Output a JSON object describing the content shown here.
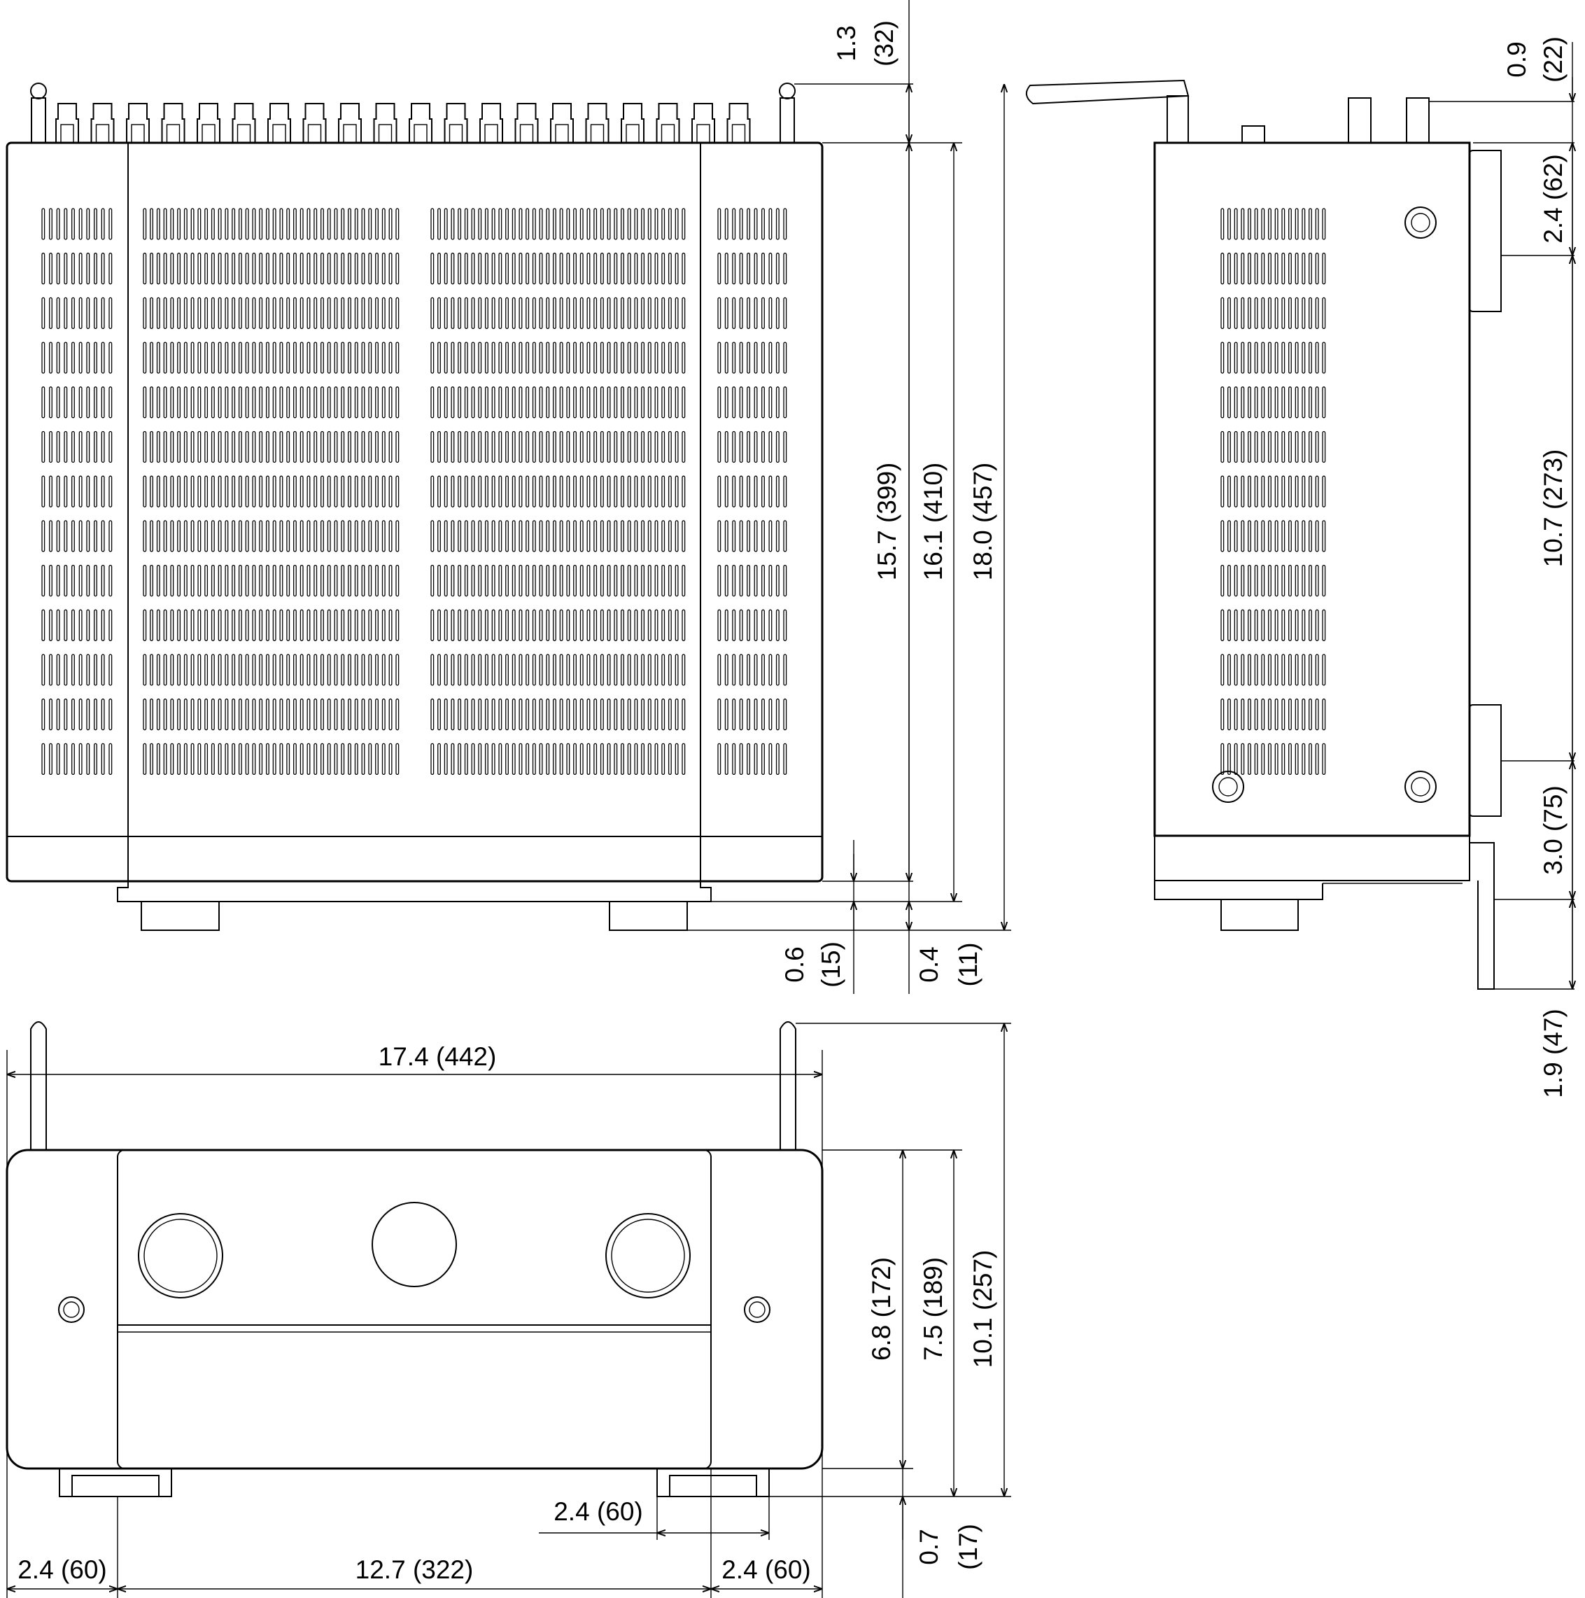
{
  "top_view": {
    "dims": {
      "antenna_above": [
        "1.3",
        "(32)"
      ],
      "depth_body": "15.7 (399)",
      "depth_with_front": "16.1 (410)",
      "depth_total": "18.0 (457)",
      "front_step": [
        "0.6",
        "(15)"
      ],
      "feet": [
        "0.4",
        "(11)"
      ]
    }
  },
  "side_view": {
    "dims": {
      "top": [
        "0.9",
        "(22)"
      ],
      "upper_bracket": "2.4 (62)",
      "bracket_span": "10.7 (273)",
      "lower_offset": "3.0 (75)",
      "bottom": "1.9 (47)"
    }
  },
  "front_view": {
    "dims": {
      "width": "17.4 (442)",
      "body_height": "6.8 (172)",
      "height_with_feet": "7.5 (189)",
      "total_height": "10.1 (257)",
      "feet_height": [
        "0.7",
        "(17)"
      ],
      "foot_width": "2.4 (60)",
      "left_offset": "2.4 (60)",
      "feet_span": "12.7 (322)",
      "right_offset": "2.4 (60)"
    }
  }
}
